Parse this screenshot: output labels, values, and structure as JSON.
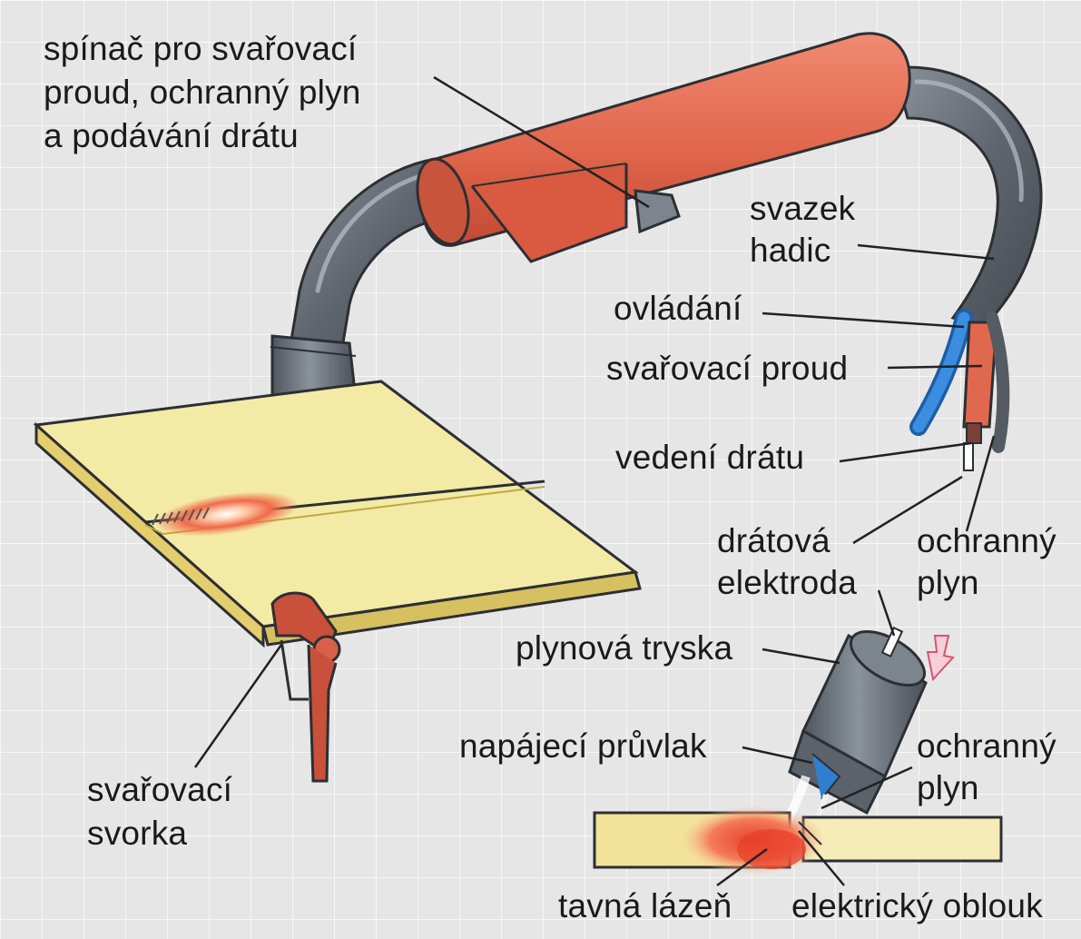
{
  "labels": {
    "trigger_line1": "spínač pro svařovací",
    "trigger_line2": "proud, ochranný plyn",
    "trigger_line3": "a podávání drátu",
    "hose_line1": "svazek",
    "hose_line2": "hadic",
    "control": "ovládání",
    "current": "svařovací proud",
    "wire_guide": "vedení drátu",
    "electrode_line1": "drátová",
    "electrode_line2": "elektroda",
    "gas_line1": "ochranný",
    "gas_line2": "plyn",
    "nozzle": "plynová tryska",
    "contact_tip": "napájecí průvlak",
    "gas2_line1": "ochranný",
    "gas2_line2": "plyn",
    "clamp_line1": "svařovací",
    "clamp_line2": "svorka",
    "pool": "tavná lázeň",
    "arc": "elektrický oblouk"
  },
  "colors": {
    "background": "#e7e7e7",
    "grid": "#f6f6f6",
    "handle": "#e0684e",
    "hose": "#6a7079",
    "plate": "#f3eaa6",
    "control_wire": "#2f7fd0",
    "leader": "#222222"
  }
}
